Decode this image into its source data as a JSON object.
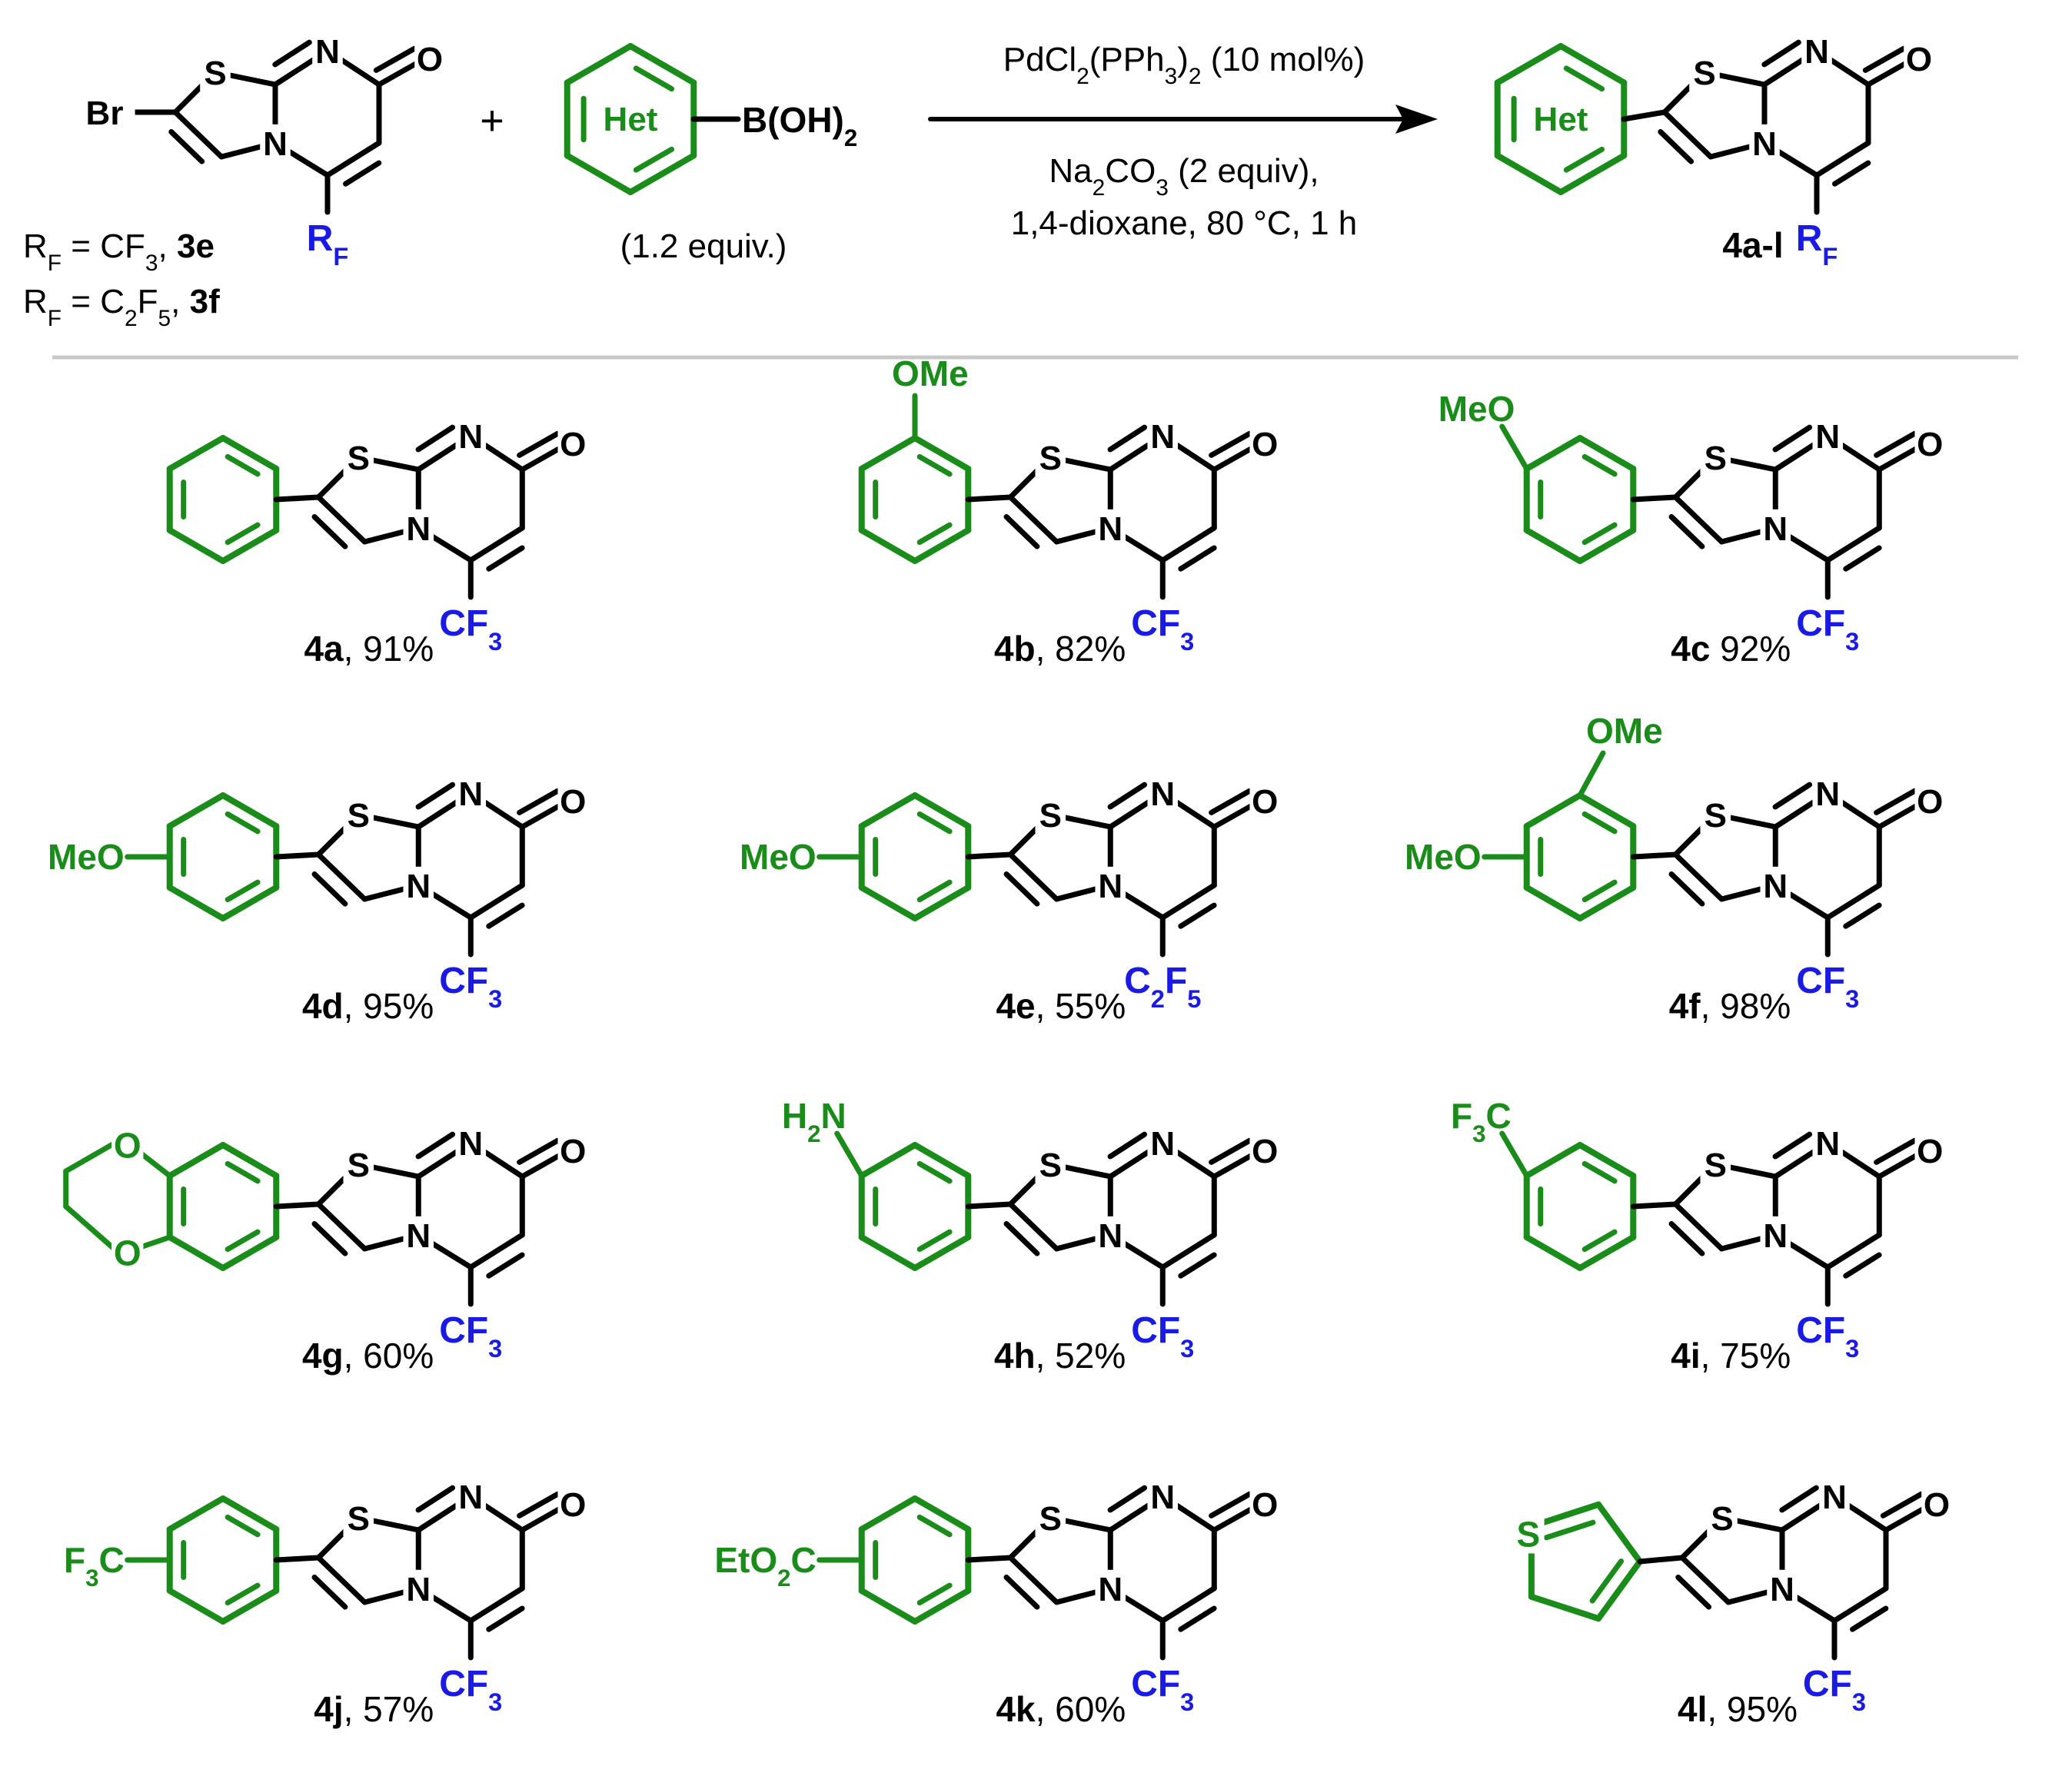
{
  "colors": {
    "black": "#000000",
    "het": "#1a8c1a",
    "rf": "#1a1ae6",
    "divider": "#c8c8c8"
  },
  "scheme": {
    "reactant_atoms": {
      "Br": "Br",
      "S": "S",
      "N": "N",
      "O": "O",
      "N_ring": "N"
    },
    "rf_symbol": {
      "main": "R",
      "sub": "F"
    },
    "rf_defs": [
      {
        "prefix": "R",
        "prefix_sub": "F",
        "eq": " = ",
        "formula": [
          {
            "t": "CF"
          },
          {
            "t": "3",
            "sub": true
          }
        ],
        "sep": ", ",
        "cpd": "3e"
      },
      {
        "prefix": "R",
        "prefix_sub": "F",
        "eq": " = ",
        "formula": [
          {
            "t": "C"
          },
          {
            "t": "2",
            "sub": true
          },
          {
            "t": "F"
          },
          {
            "t": "5",
            "sub": true
          }
        ],
        "sep": ", ",
        "cpd": "3f"
      }
    ],
    "plus": "+",
    "boronic_label": "Het",
    "boronic_main": "B(OH)",
    "boronic_sub": "2",
    "boronic_equiv": "(1.2 equiv.)",
    "reagents_above": [
      {
        "t": "PdCl"
      },
      {
        "t": "2",
        "sub": true
      },
      {
        "t": "(PPh"
      },
      {
        "t": "3",
        "sub": true
      },
      {
        "t": ")"
      },
      {
        "t": "2",
        "sub": true
      },
      {
        "t": " (10 mol%)"
      }
    ],
    "reagents_below_1": [
      {
        "t": "Na"
      },
      {
        "t": "2",
        "sub": true
      },
      {
        "t": "CO"
      },
      {
        "t": "3",
        "sub": true
      },
      {
        "t": " (2 equiv),"
      }
    ],
    "reagents_below_2": "1,4-dioxane, 80 °C, 1 h",
    "product_label": "Het",
    "product_cpd": "4a-l"
  },
  "products": [
    {
      "id": "4a",
      "sep": ", ",
      "yield": "91%",
      "aryl": "phenyl",
      "rf": [
        {
          "t": "CF"
        },
        {
          "t": "3",
          "sub": true
        }
      ],
      "subs": []
    },
    {
      "id": "4b",
      "sep": ", ",
      "yield": "82%",
      "aryl": "phenyl",
      "rf": [
        {
          "t": "CF"
        },
        {
          "t": "3",
          "sub": true
        }
      ],
      "subs": [
        [
          {
            "t": "OMe"
          }
        ]
      ]
    },
    {
      "id": "4c",
      "sep": " ",
      "yield": "92%",
      "aryl": "phenyl",
      "rf": [
        {
          "t": "CF"
        },
        {
          "t": "3",
          "sub": true
        }
      ],
      "subs": [
        [
          {
            "t": "MeO"
          }
        ]
      ]
    },
    {
      "id": "4d",
      "sep": ", ",
      "yield": "95%",
      "aryl": "phenyl",
      "rf": [
        {
          "t": "CF"
        },
        {
          "t": "3",
          "sub": true
        }
      ],
      "subs": [
        [
          {
            "t": "MeO"
          }
        ]
      ]
    },
    {
      "id": "4e",
      "sep": ", ",
      "yield": "55%",
      "aryl": "phenyl",
      "rf": [
        {
          "t": "C"
        },
        {
          "t": "2",
          "sub": true
        },
        {
          "t": "F"
        },
        {
          "t": "5",
          "sub": true
        }
      ],
      "subs": [
        [
          {
            "t": "MeO"
          }
        ]
      ]
    },
    {
      "id": "4f",
      "sep": ", ",
      "yield": "98%",
      "aryl": "phenyl",
      "rf": [
        {
          "t": "CF"
        },
        {
          "t": "3",
          "sub": true
        }
      ],
      "subs": [
        [
          {
            "t": "OMe"
          }
        ],
        [
          {
            "t": "MeO"
          }
        ]
      ]
    },
    {
      "id": "4g",
      "sep": ", ",
      "yield": "60%",
      "aryl": "benzodioxane",
      "rf": [
        {
          "t": "CF"
        },
        {
          "t": "3",
          "sub": true
        }
      ],
      "subs": [
        [
          {
            "t": "O"
          }
        ],
        [
          {
            "t": "O"
          }
        ]
      ]
    },
    {
      "id": "4h",
      "sep": ", ",
      "yield": "52%",
      "aryl": "phenyl",
      "rf": [
        {
          "t": "CF"
        },
        {
          "t": "3",
          "sub": true
        }
      ],
      "subs": [
        [
          {
            "t": "H"
          },
          {
            "t": "2",
            "sub": true
          },
          {
            "t": "N"
          }
        ]
      ]
    },
    {
      "id": "4i",
      "sep": ", ",
      "yield": "75%",
      "aryl": "phenyl",
      "rf": [
        {
          "t": "CF"
        },
        {
          "t": "3",
          "sub": true
        }
      ],
      "subs": [
        [
          {
            "t": "F"
          },
          {
            "t": "3",
            "sub": true
          },
          {
            "t": "C"
          }
        ]
      ]
    },
    {
      "id": "4j",
      "sep": ", ",
      "yield": "57%",
      "aryl": "phenyl",
      "rf": [
        {
          "t": "CF"
        },
        {
          "t": "3",
          "sub": true
        }
      ],
      "subs": [
        [
          {
            "t": "F"
          },
          {
            "t": "3",
            "sub": true
          },
          {
            "t": "C"
          }
        ]
      ]
    },
    {
      "id": "4k",
      "sep": ", ",
      "yield": "60%",
      "aryl": "phenyl",
      "rf": [
        {
          "t": "CF"
        },
        {
          "t": "3",
          "sub": true
        }
      ],
      "subs": [
        [
          {
            "t": "EtO"
          },
          {
            "t": "2",
            "sub": true
          },
          {
            "t": "C"
          }
        ]
      ]
    },
    {
      "id": "4l",
      "sep": ", ",
      "yield": "95%",
      "aryl": "thiophene",
      "rf": [
        {
          "t": "CF"
        },
        {
          "t": "3",
          "sub": true
        }
      ],
      "subs": [
        [
          {
            "t": "S"
          }
        ]
      ]
    }
  ]
}
